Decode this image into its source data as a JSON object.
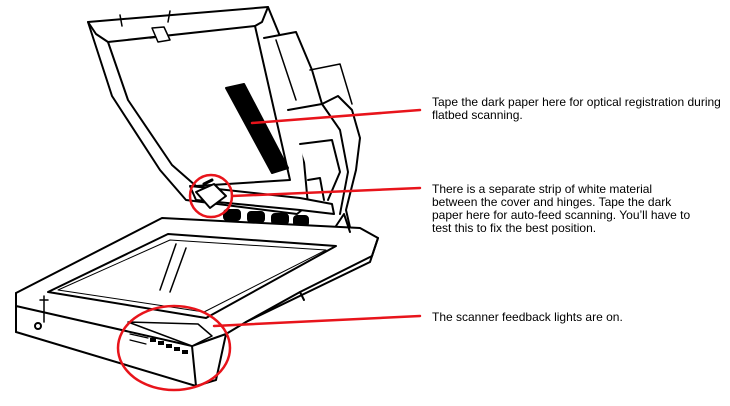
{
  "colors": {
    "annotation": "#e8141b",
    "ink": "#000000",
    "background": "#ffffff"
  },
  "illustration": {
    "subject": "flatbed scanner with raised lid"
  },
  "callouts": [
    {
      "text": "Tape the dark paper here for optical registration during flatbed scanning."
    },
    {
      "text": "There is a separate strip of white material between the cover and hinges.  Tape the dark paper here for auto-feed scanning. You’ll have to test this to fix the best position."
    },
    {
      "text": "The scanner feedback lights are on."
    }
  ]
}
